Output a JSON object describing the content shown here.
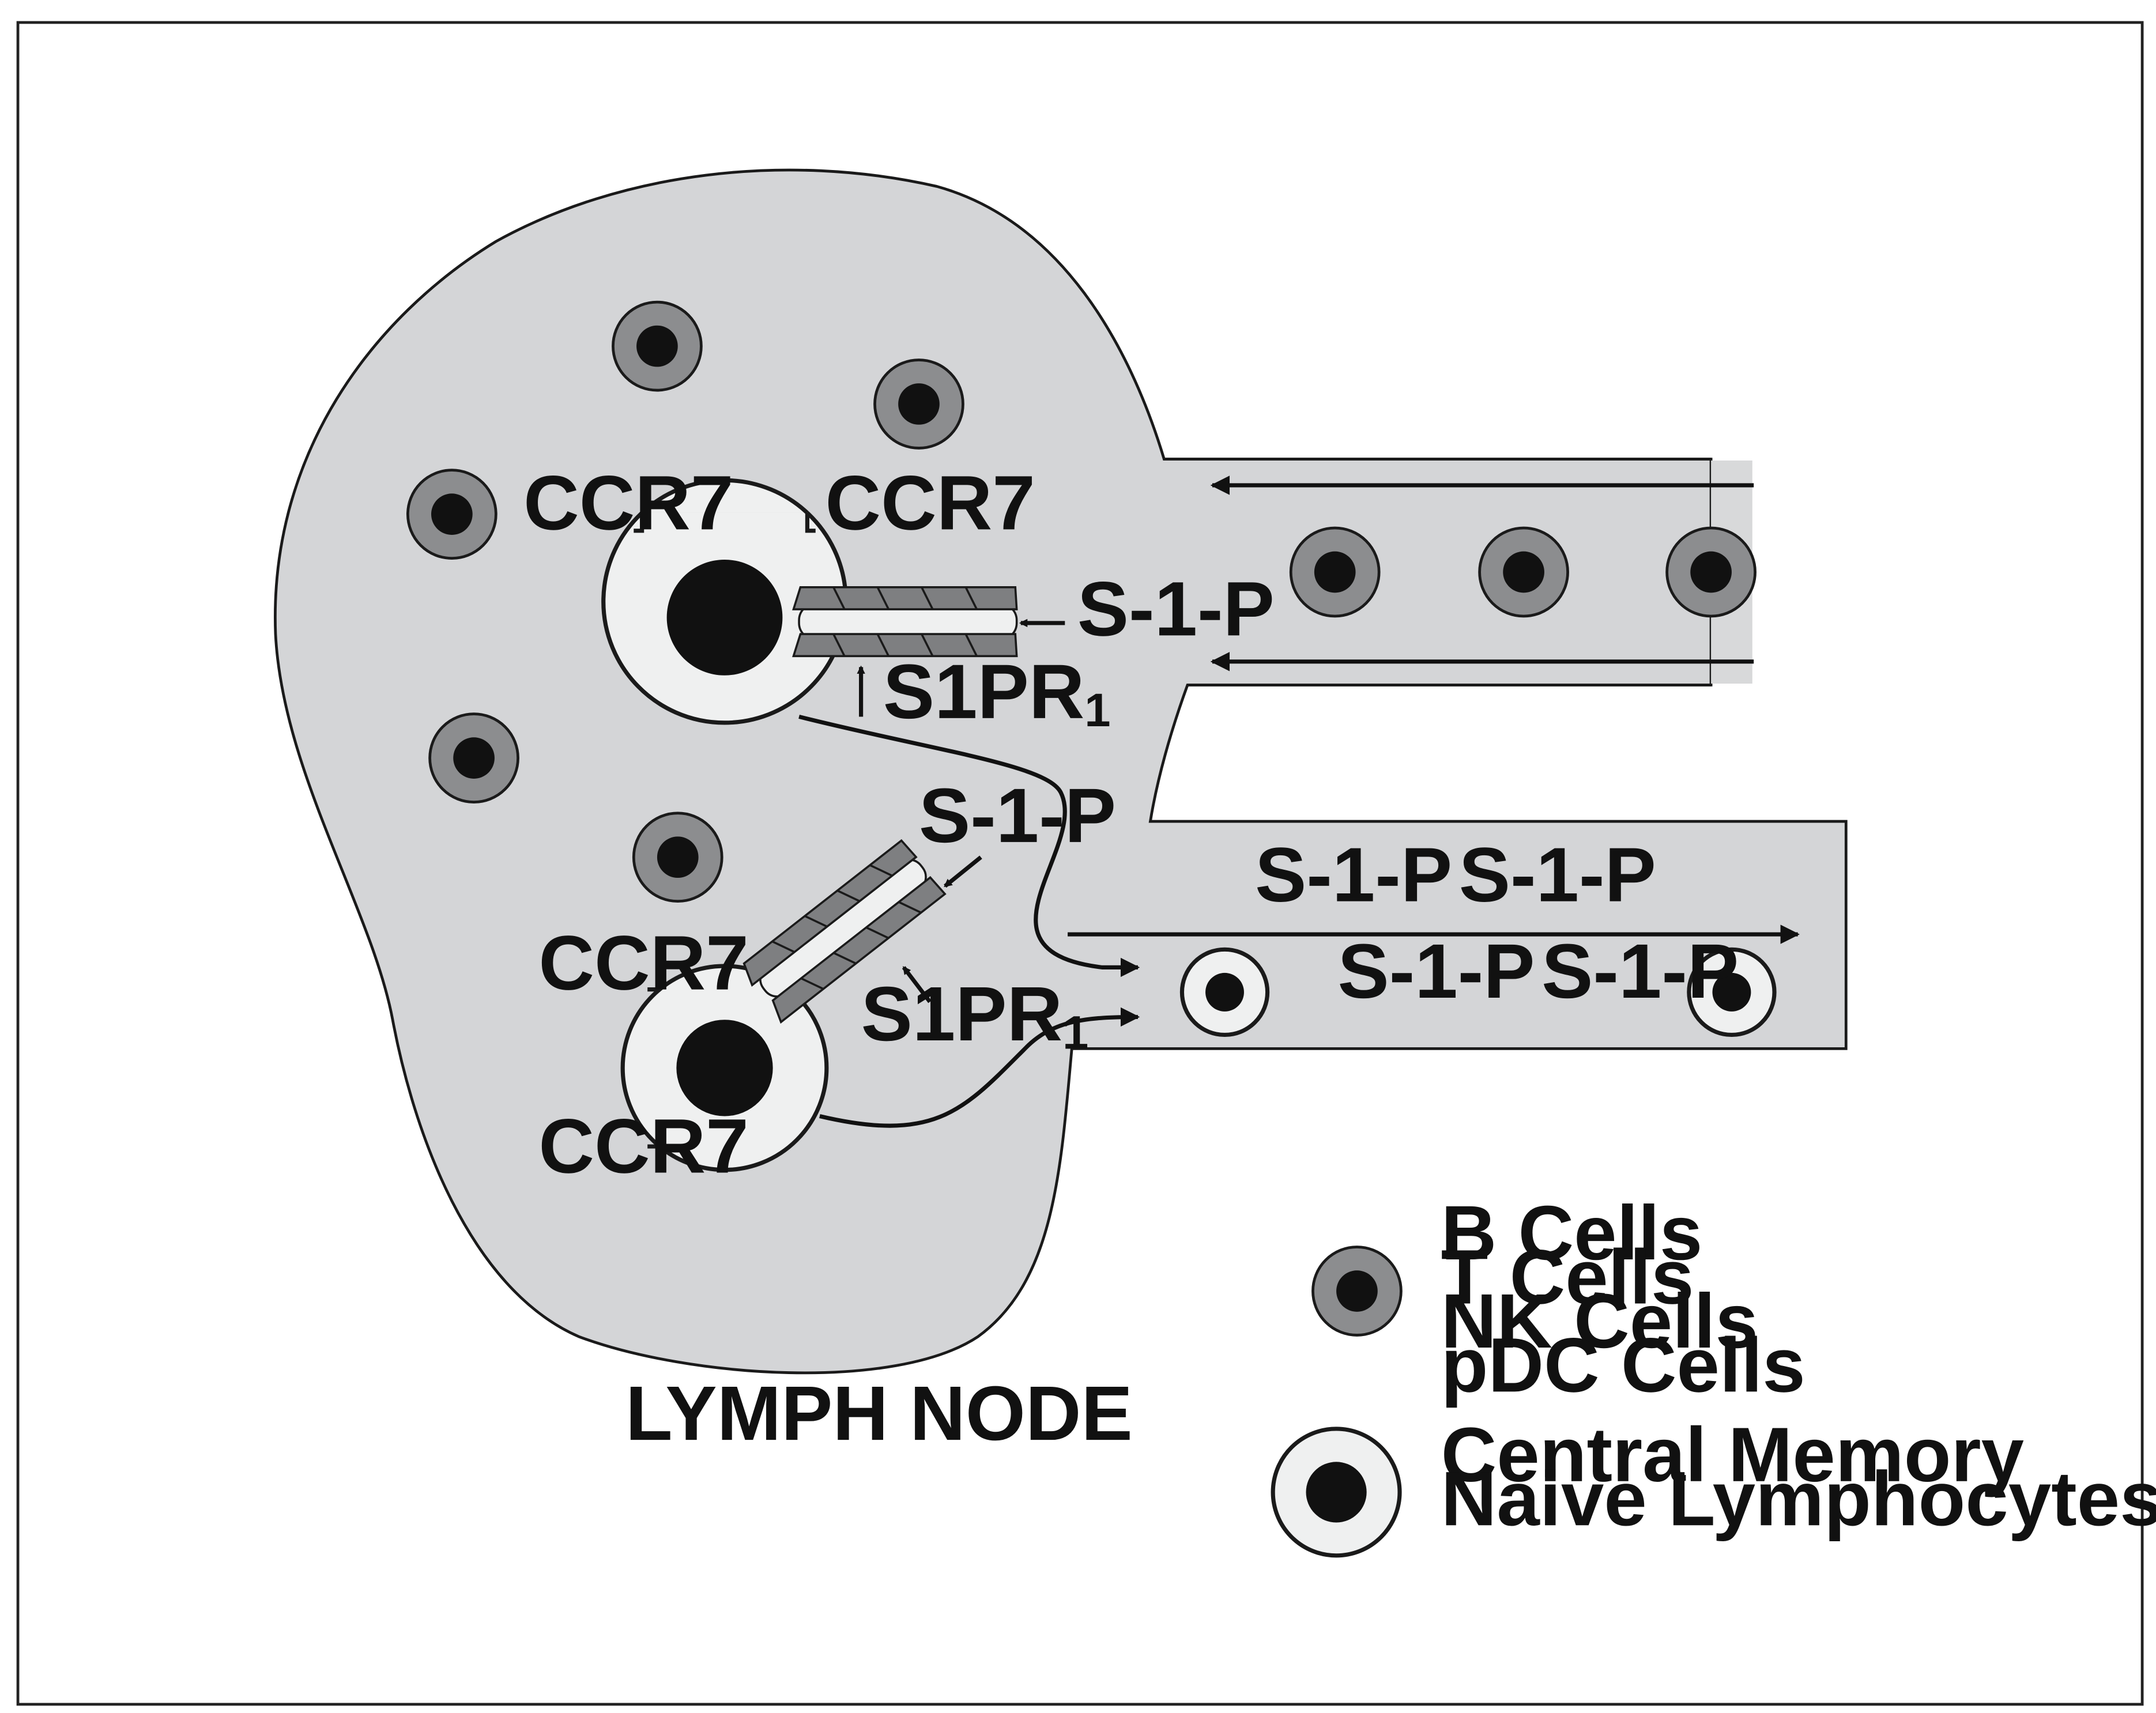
{
  "colors": {
    "frame": "#222222",
    "background": "#ffffff",
    "lymph_node_fill": "#d4d5d7",
    "outline": "#1a1a1a",
    "small_cell_fill": "#8c8d8f",
    "nucleus": "#111111",
    "large_cell_fill": "#eff0f0",
    "receptor_fill": "#7e7f81",
    "arrow": "#111111"
  },
  "labels": {
    "ccr7_top_left": "CCR7",
    "ccr7_top_right": "CCR7",
    "s1p_top": "S-1-P",
    "s1pr_top": "S1PR",
    "s1pr_top_sub": "1",
    "s1p_mid": "S-1-P",
    "s1pr_mid": "S1PR",
    "s1pr_mid_sub": "1",
    "ccr7_bottom_upper": "CCR7",
    "ccr7_bottom_lower": "CCR7",
    "vessel_s1p_1": "S-1-P",
    "vessel_s1p_2": "S-1-P",
    "vessel_s1p_3": "S-1-P",
    "vessel_s1p_4": "S-1-P",
    "lymph_node": "LYMPH NODE"
  },
  "legend": {
    "dark_cells": [
      "B Cells",
      "T Cells",
      "NK Cells",
      "pDC Cells"
    ],
    "light_cells": [
      "Central Memory",
      "Naive Lymphocytes"
    ]
  },
  "icons": {
    "small_cell": "gray-cell-icon",
    "memory_cell": "white-cell-icon",
    "receptor": "s1pr1-receptor-icon",
    "flow_arrow": "arrow-icon"
  }
}
